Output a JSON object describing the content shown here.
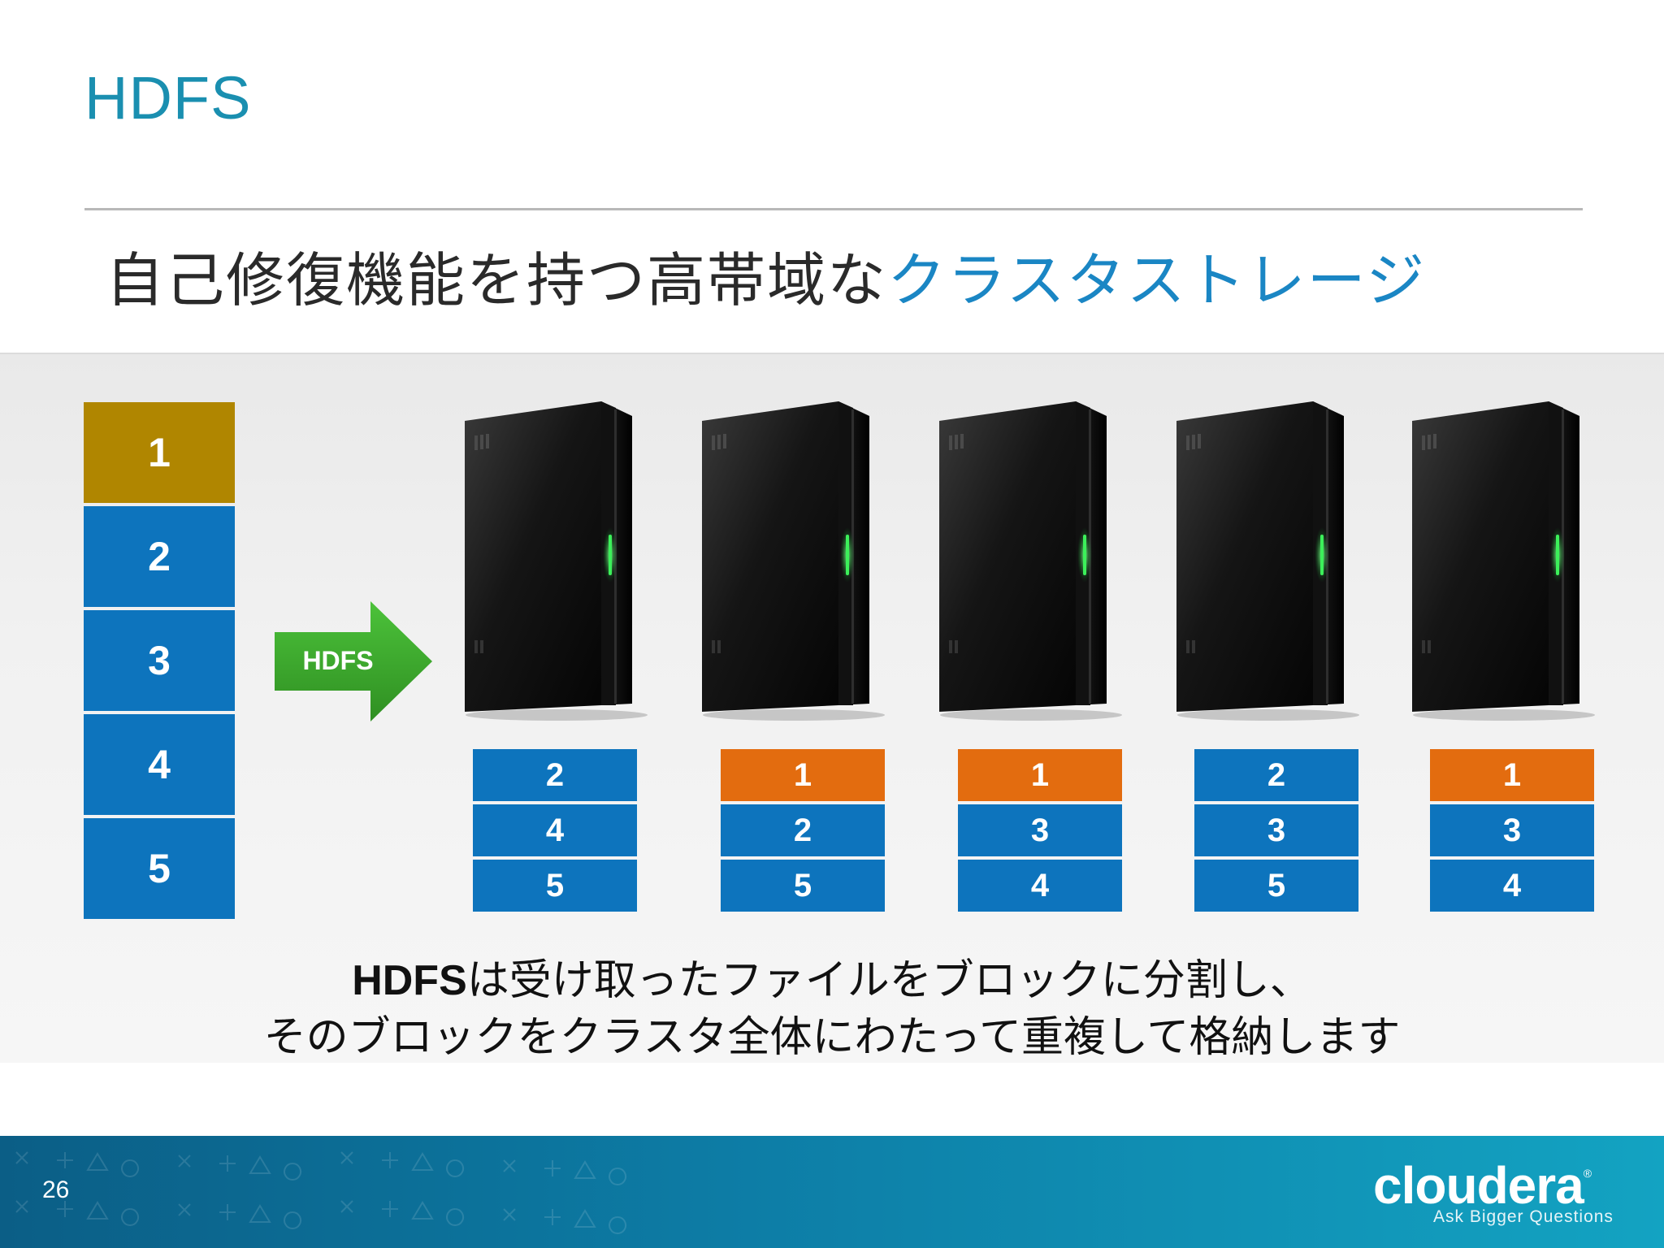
{
  "slide": {
    "title": "HDFS",
    "subtitle_main": "自己修復機能を持つ高帯域な",
    "subtitle_accent": "クラスタストレージ"
  },
  "colors": {
    "block_primary": "#0d74bd",
    "block_highlight_file": "#b08600",
    "block_highlight_node": "#e36c0f",
    "arrow": "#3aaa2c",
    "title": "#1a8fb0"
  },
  "file_blocks": [
    {
      "label": "1",
      "highlight": true
    },
    {
      "label": "2",
      "highlight": false
    },
    {
      "label": "3",
      "highlight": false
    },
    {
      "label": "4",
      "highlight": false
    },
    {
      "label": "5",
      "highlight": false
    }
  ],
  "arrow": {
    "label": "HDFS",
    "icon": "right-arrow-icon"
  },
  "server_icon": "server-tower-icon",
  "nodes": [
    {
      "blocks": [
        {
          "label": "2",
          "highlight": false
        },
        {
          "label": "4",
          "highlight": false
        },
        {
          "label": "5",
          "highlight": false
        }
      ]
    },
    {
      "blocks": [
        {
          "label": "1",
          "highlight": true
        },
        {
          "label": "2",
          "highlight": false
        },
        {
          "label": "5",
          "highlight": false
        }
      ]
    },
    {
      "blocks": [
        {
          "label": "1",
          "highlight": true
        },
        {
          "label": "3",
          "highlight": false
        },
        {
          "label": "4",
          "highlight": false
        }
      ]
    },
    {
      "blocks": [
        {
          "label": "2",
          "highlight": false
        },
        {
          "label": "3",
          "highlight": false
        },
        {
          "label": "5",
          "highlight": false
        }
      ]
    },
    {
      "blocks": [
        {
          "label": "1",
          "highlight": true
        },
        {
          "label": "3",
          "highlight": false
        },
        {
          "label": "4",
          "highlight": false
        }
      ]
    }
  ],
  "caption": {
    "line1_bold": "HDFS",
    "line1_rest": "は受け取ったファイルをブロックに分割し、",
    "line2": "そのブロックをクラスタ全体にわたって重複して格納します"
  },
  "footer": {
    "page_number": "26",
    "logo_text": "cloudera",
    "logo_mark": "®",
    "tagline": "Ask Bigger Questions"
  }
}
